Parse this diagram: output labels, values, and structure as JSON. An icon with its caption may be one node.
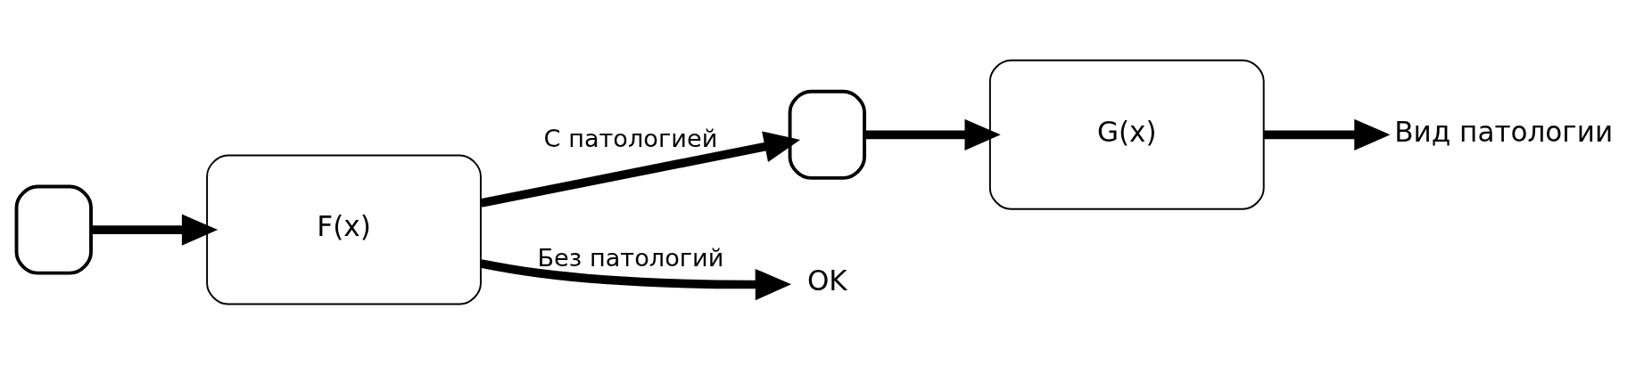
{
  "diagram": {
    "nodes": [
      {
        "text": [],
        "shape": "box"
      },
      {
        "text": [
          "F(x)"
        ]
      },
      {
        "text": [],
        "shape": "box"
      },
      {
        "text": [
          "G(x)"
        ]
      },
      {
        "text": [
          "Вид патологии"
        ]
      },
      {
        "text": [
          "OK"
        ]
      }
    ],
    "edges": [
      {
        "from": 0,
        "to": 1,
        "arrow": "to"
      },
      {
        "from": 1,
        "to": 2,
        "arrow": "to",
        "label": "С патологией"
      },
      {
        "from": 1,
        "to": 5,
        "arrow": "to",
        "label": "Без патологий"
      },
      {
        "from": 2,
        "to": 3,
        "arrow": "to"
      },
      {
        "from": 3,
        "to": 4,
        "arrow": "to"
      }
    ]
  }
}
